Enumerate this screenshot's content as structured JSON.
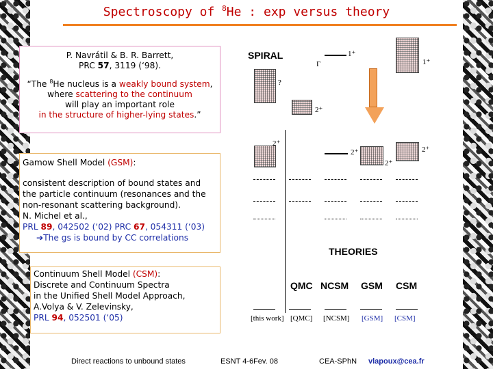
{
  "title": {
    "pre": "Spectroscopy of ",
    "sup": "8",
    "post": "He : exp versus theory"
  },
  "box1": {
    "authors": "P. Navrátil & B. R. Barrett,",
    "ref_pre": "PRC ",
    "ref_vol": "57",
    "ref_post": ", 3119 (‘98).",
    "q1": "“The ",
    "q_sup": "8",
    "q2": "He nucleus is a ",
    "q_red1": "weakly bound system",
    "q3": ", where ",
    "q_red2": "scattering to the continuum",
    "q4": " will play an important role",
    "q5": "in the structure of higher-lying states",
    "q6": ".”"
  },
  "box2": {
    "head_pre": "Gamow Shell Model ",
    "head_red": "(GSM)",
    "head_post": ":",
    "l1": "consistent description of bound states and",
    "l2": "the particle continuum (resonances and the",
    "l3": "non-resonant scattering background).",
    "l4": " N. Michel et al.,",
    "prl_pre": "PRL ",
    "prl_vol": "89",
    "prl_mid": ", 042502 (‘02) PRC ",
    "prc_vol": "67",
    "prl_end": ", 054311 (‘03)",
    "arrow_line": "The gs is bound by CC correlations"
  },
  "box3": {
    "head_pre": "Continuum Shell Model ",
    "head_red": "(CSM)",
    "head_post": ":",
    "l1": "Discrete and Continuum Spectra",
    "l2": "in the Unified Shell Model Approach,",
    "l3": " A.Volya & V. Zelevinsky,",
    "prl_pre": "PRL ",
    "prl_vol": "94",
    "prl_end": ",  052501 (‘05)"
  },
  "figure": {
    "spiral": "SPIRAL",
    "theories": "THEORIES",
    "labels": {
      "one_plus_a": "1⁺",
      "one_plus_b": "1⁺",
      "gamma": "Γ",
      "question": "?",
      "two_plus_a": "2⁺",
      "two_plus_b": "2⁺",
      "two_plus_c": "2⁺",
      "two_plus_d": "2⁺",
      "two_plus_e": "2⁺"
    },
    "headers": [
      "QMC",
      "NCSM",
      "GSM",
      "CSM"
    ],
    "bottom": [
      "[this work]",
      "[QMC]",
      "[NCSM]",
      "[GSM]",
      "[CSM]"
    ]
  },
  "footer": {
    "left": "Direct reactions to unbound states",
    "middle": "ESNT 4-6Fev. 08",
    "right": "CEA-SPhN",
    "email": "vlapoux@cea.fr"
  }
}
